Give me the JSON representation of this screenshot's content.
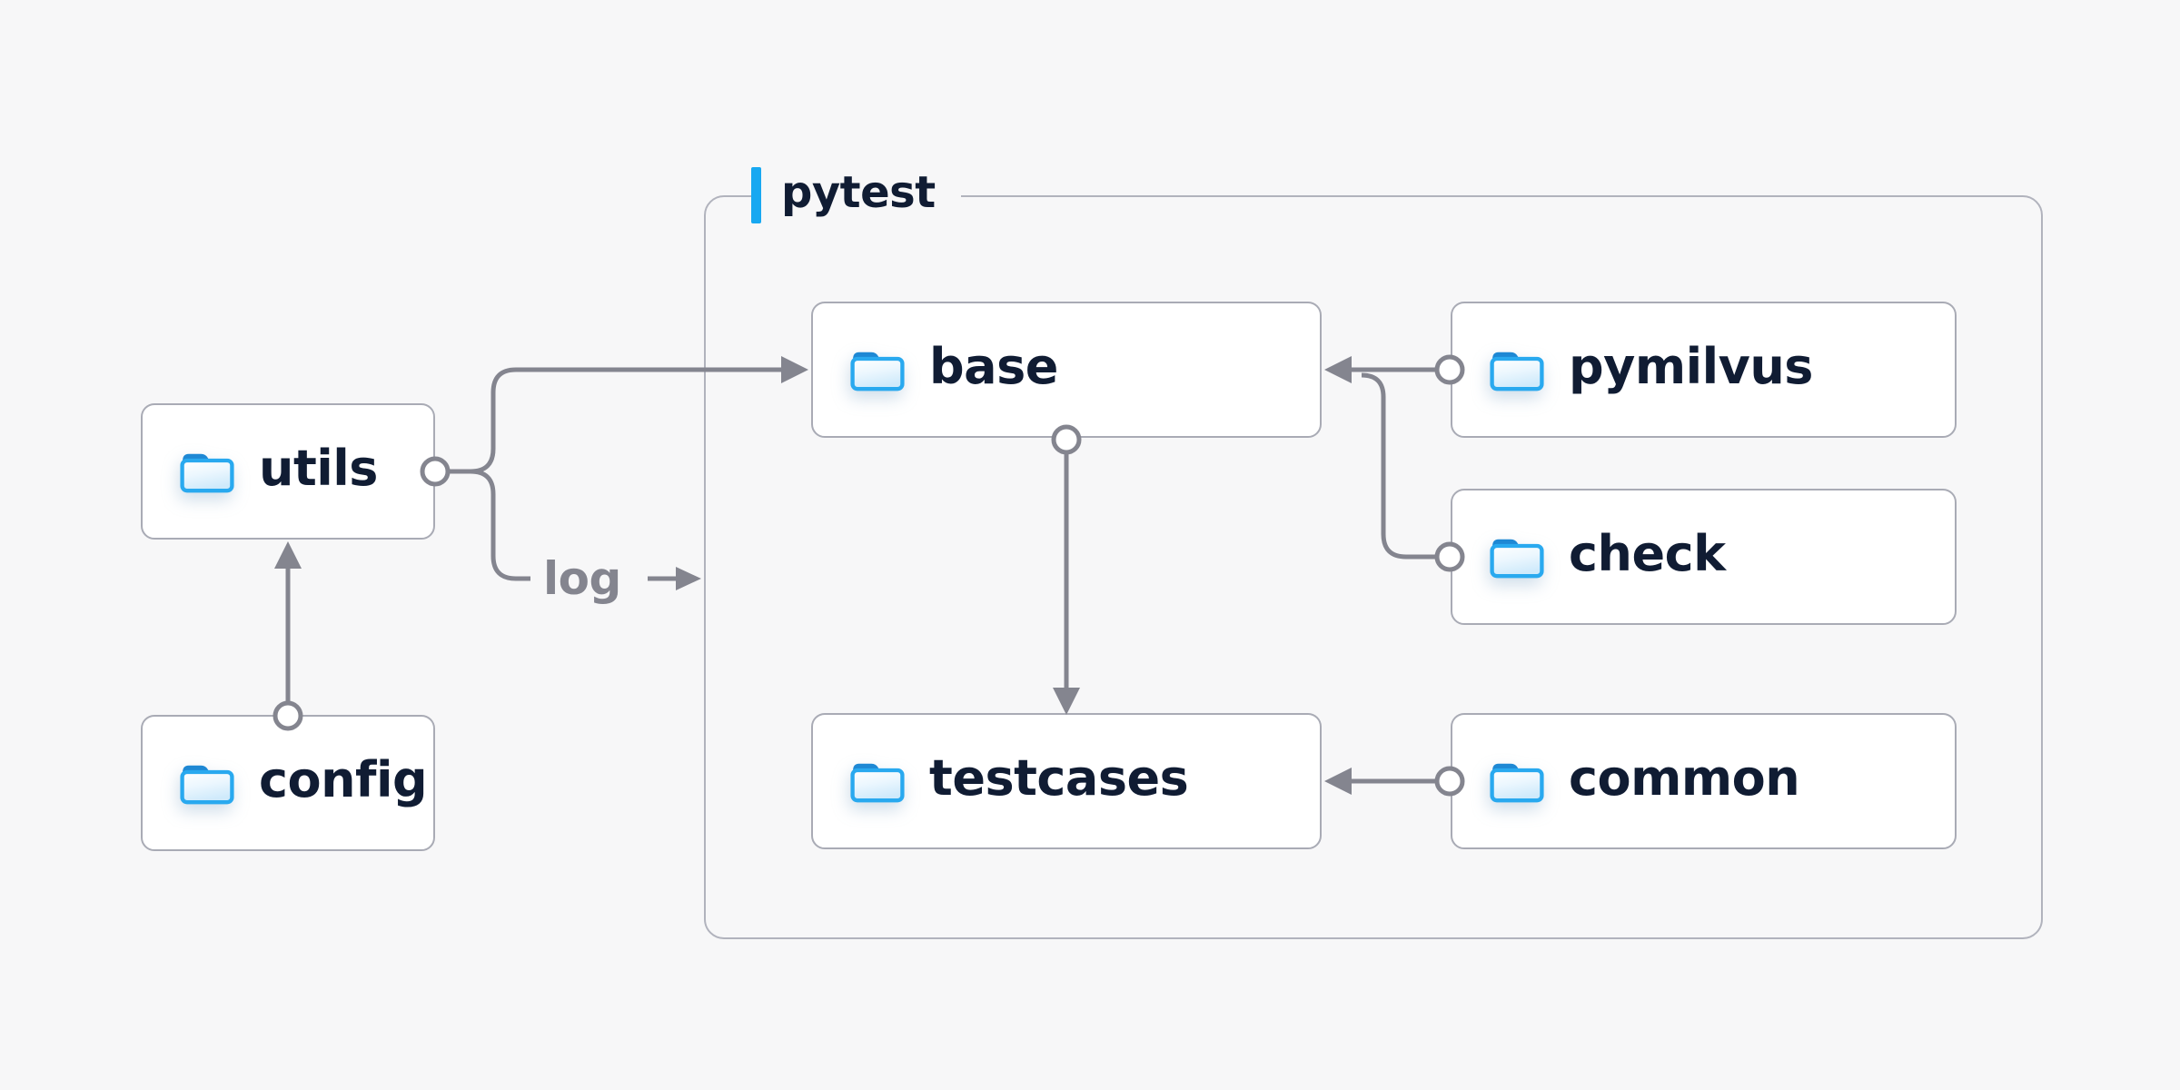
{
  "diagram": {
    "group": {
      "label": "pytest"
    },
    "nodes": {
      "utils": {
        "label": "utils",
        "icon": "folder-icon"
      },
      "config": {
        "label": "config",
        "icon": "folder-icon"
      },
      "base": {
        "label": "base",
        "icon": "folder-icon"
      },
      "pymilvus": {
        "label": "pymilvus",
        "icon": "folder-icon"
      },
      "check": {
        "label": "check",
        "icon": "folder-icon"
      },
      "testcases": {
        "label": "testcases",
        "icon": "folder-icon"
      },
      "common": {
        "label": "common",
        "icon": "folder-icon"
      }
    },
    "edges": [
      {
        "from": "config",
        "to": "utils",
        "style": "arrow"
      },
      {
        "from": "utils",
        "to": "base",
        "style": "arrow"
      },
      {
        "from": "utils",
        "to": "log",
        "style": "labeled-arrow",
        "label": "log"
      },
      {
        "from": "pymilvus",
        "to": "base",
        "style": "arrow"
      },
      {
        "from": "check",
        "to": "base-line",
        "style": "join"
      },
      {
        "from": "base",
        "to": "testcases",
        "style": "arrow"
      },
      {
        "from": "common",
        "to": "testcases",
        "style": "arrow"
      }
    ],
    "colors": {
      "background": "#f7f7f8",
      "node_fill": "#ffffff",
      "node_border": "#a9abb5",
      "group_border": "#b1b3bd",
      "connector": "#84858f",
      "text": "#101c33",
      "accent": "#18a8f1",
      "folder_outline": "#29a9ef",
      "folder_tab": "#1e88d4"
    }
  }
}
